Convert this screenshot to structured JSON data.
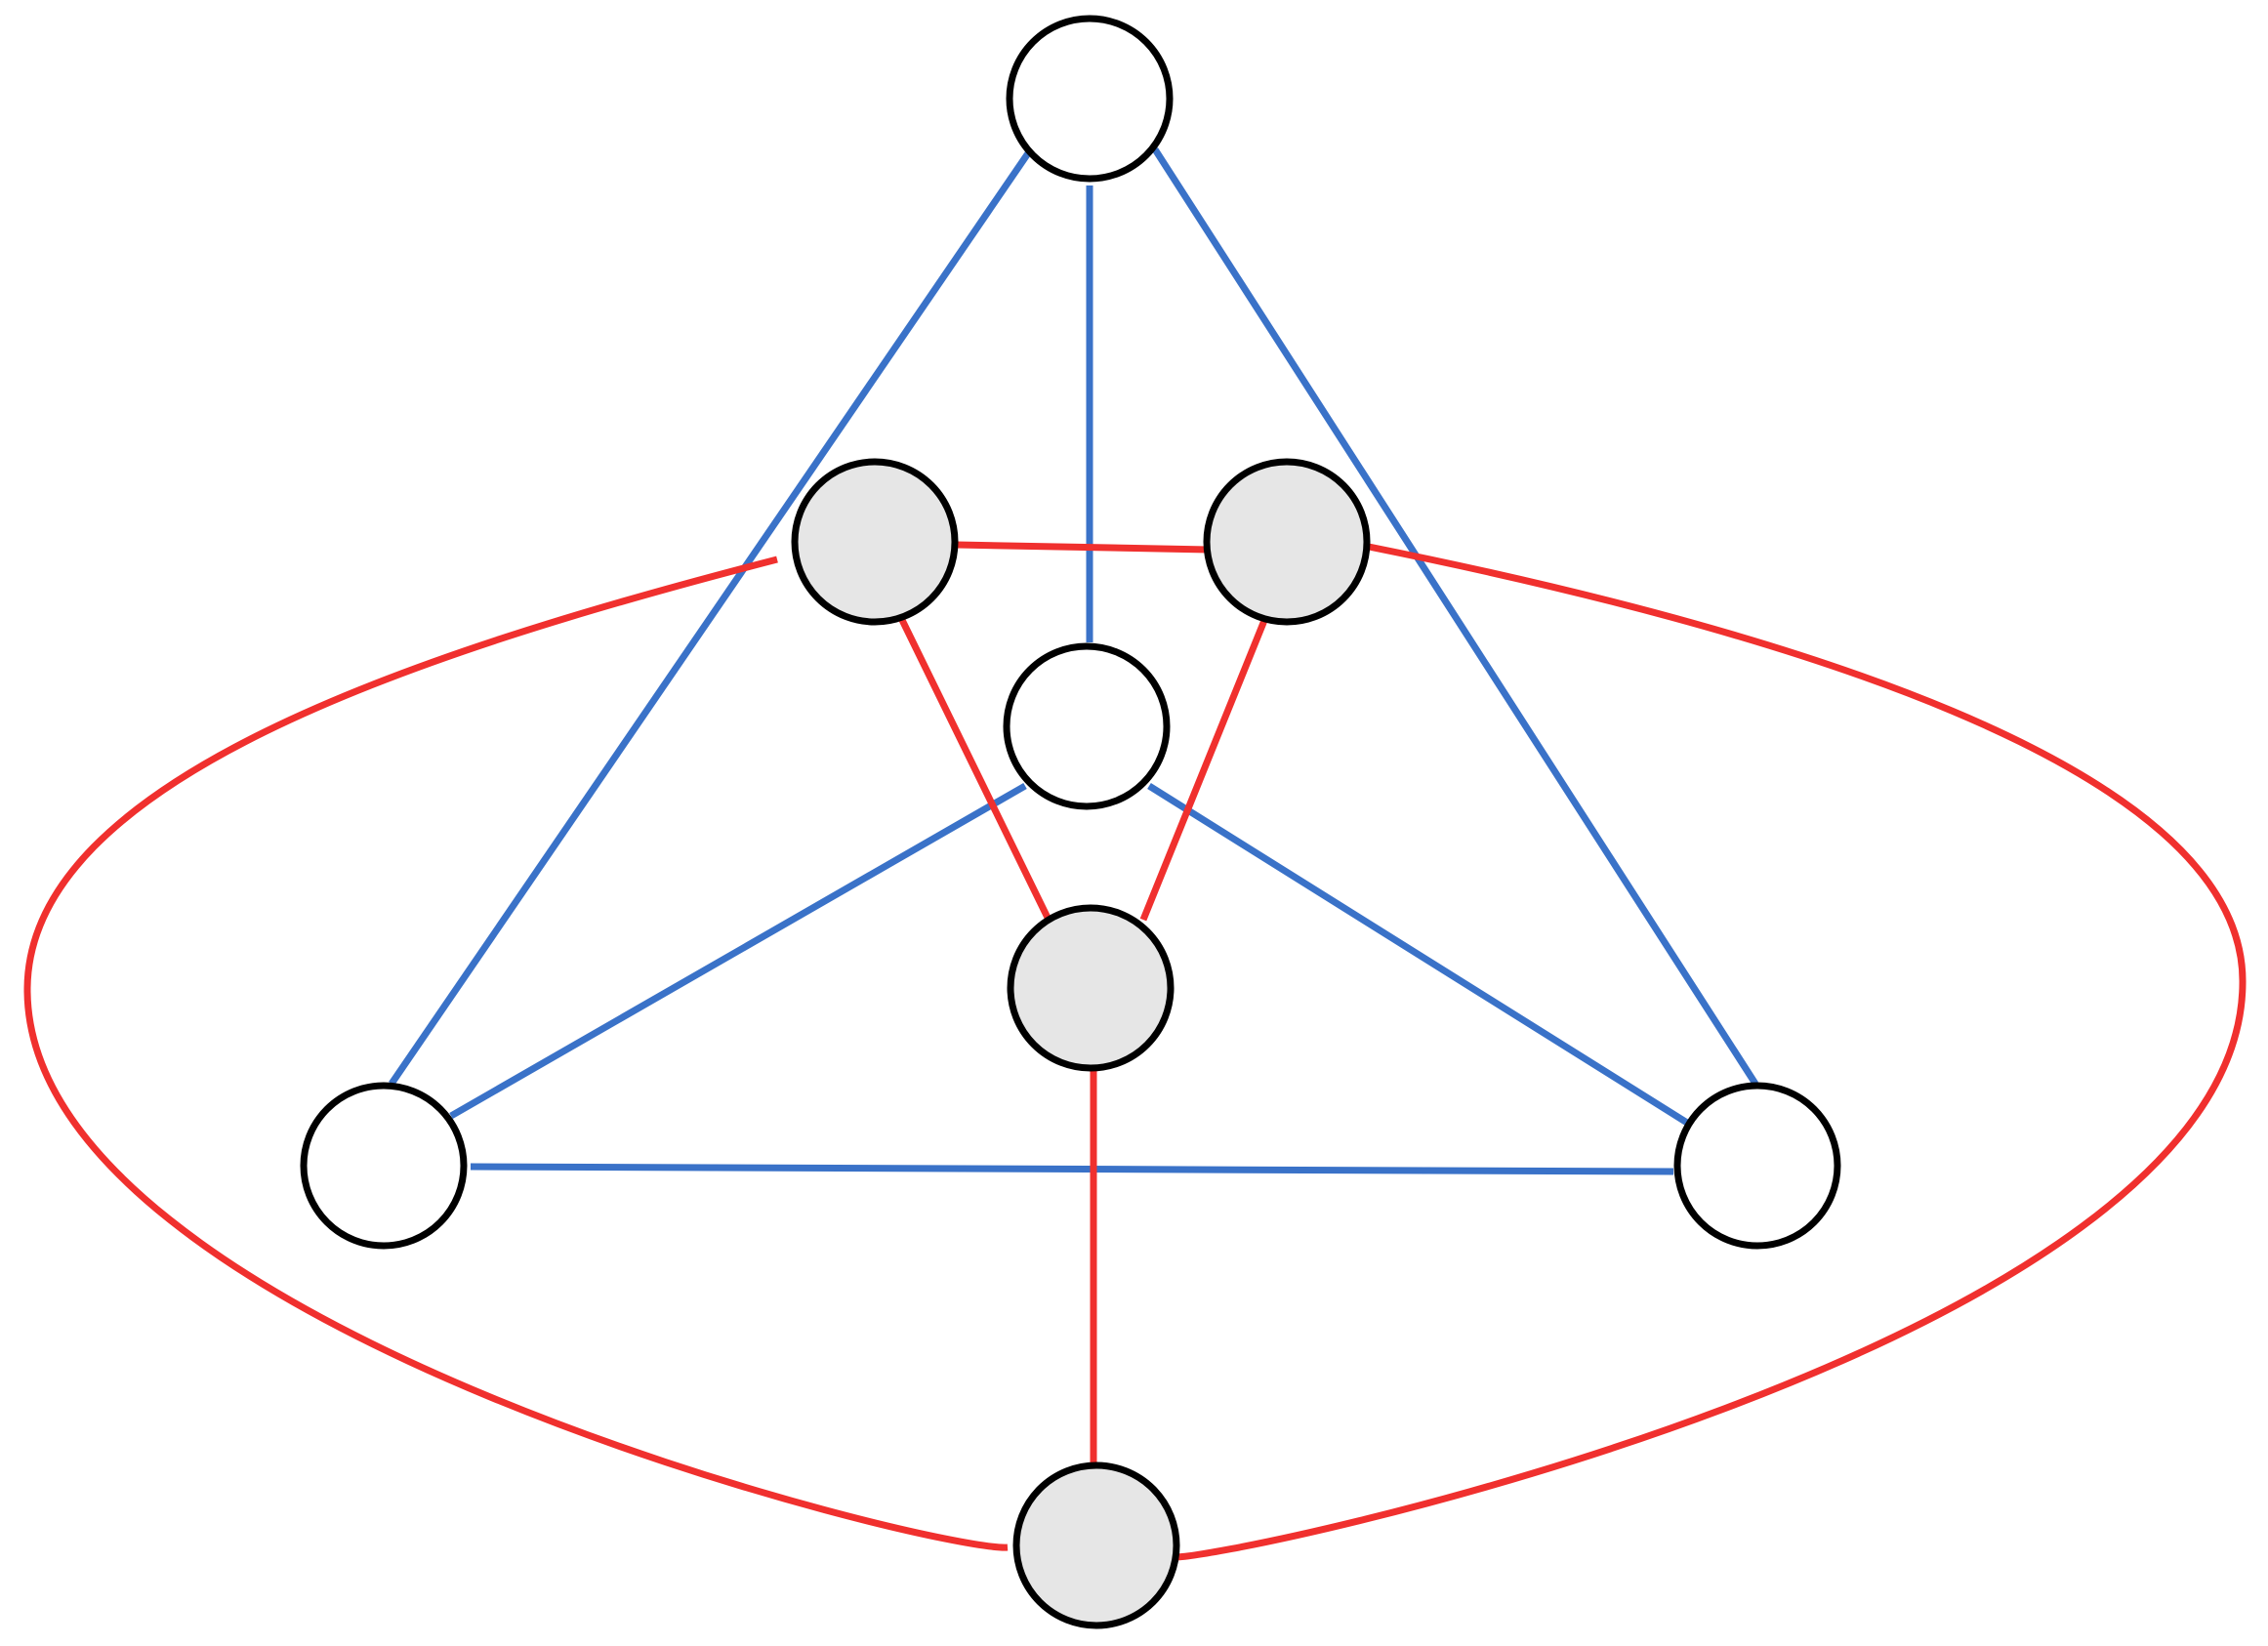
{
  "colors": {
    "blue_edge": "#3a72c8",
    "red_edge": "#f0302e",
    "node_stroke": "#000000",
    "white_node_fill": "#ffffff",
    "gray_node_fill": "#e6e6e6"
  },
  "nodes": [
    {
      "id": "top",
      "kind": "white"
    },
    {
      "id": "center",
      "kind": "white"
    },
    {
      "id": "bottom-left",
      "kind": "white"
    },
    {
      "id": "bottom-right",
      "kind": "white"
    },
    {
      "id": "upper-left",
      "kind": "gray"
    },
    {
      "id": "upper-right",
      "kind": "gray"
    },
    {
      "id": "middle",
      "kind": "gray"
    },
    {
      "id": "bottom",
      "kind": "gray"
    }
  ],
  "edges": [
    {
      "from": "top",
      "to": "bottom-left",
      "color": "blue"
    },
    {
      "from": "top",
      "to": "center",
      "color": "blue"
    },
    {
      "from": "top",
      "to": "bottom-right",
      "color": "blue"
    },
    {
      "from": "center",
      "to": "bottom-left",
      "color": "blue"
    },
    {
      "from": "center",
      "to": "bottom-right",
      "color": "blue"
    },
    {
      "from": "bottom-left",
      "to": "bottom-right",
      "color": "blue"
    },
    {
      "from": "upper-left",
      "to": "upper-right",
      "color": "red"
    },
    {
      "from": "upper-left",
      "to": "middle",
      "color": "red"
    },
    {
      "from": "upper-right",
      "to": "middle",
      "color": "red"
    },
    {
      "from": "middle",
      "to": "bottom",
      "color": "red"
    },
    {
      "from": "upper-left",
      "to": "bottom",
      "color": "red",
      "curved": true
    },
    {
      "from": "upper-right",
      "to": "bottom",
      "color": "red",
      "curved": true
    }
  ]
}
